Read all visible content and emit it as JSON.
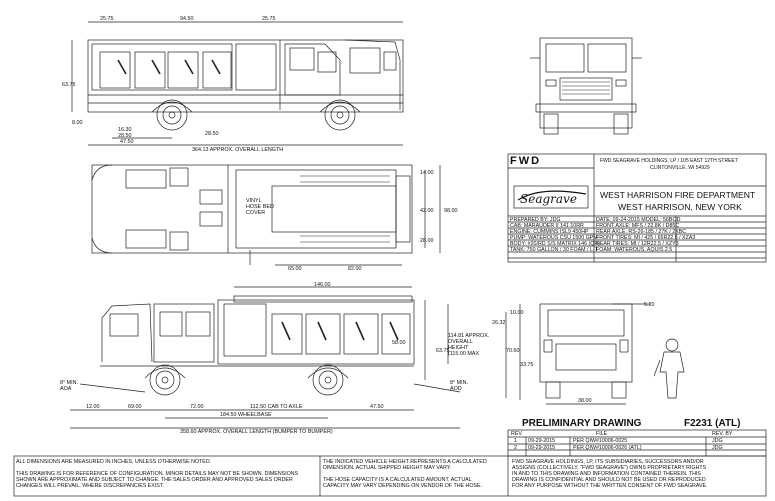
{
  "logo": {
    "brand": "FWD",
    "script": "Seagrave"
  },
  "company": {
    "line1": "FWD SEAGRAVE HOLDINGS, LP / 105 EAST 12TH STREET",
    "line2": "CLINTONVILLE, WI 54929"
  },
  "customer": {
    "name": "WEST HARRISON FIRE DEPARTMENT",
    "city": "WEST HARRISON, NEW YORK"
  },
  "specs_left": [
    "PREPARED BY: JDG",
    "CAB: MARAUDER II 141 10RR",
    "ENGINE: CUMMINS ISL9 450HP",
    "PUMP: WATEROUS CSU 1500 GPM",
    "BODY: #20/RD S/S MATRIX 146 (QR)",
    "TANK: 750 GALLON / 30 FOAM / L-T"
  ],
  "specs_right": [
    "DATE: 09-24-2015  MODEL: 56BOD",
    "FRONT AXLE: MFS / 22.8K / D85C",
    "REAR AXLE: RS-26-185 / 27K / 2KBC",
    "FRONT TIRES: MI / 425 / 65R22.5 / XZA3",
    "REAR TIRES: MI / 12R22.5 / XZY3",
    "FOAM: WATEROUS, AQUIS 2.5"
  ],
  "drawing": {
    "status": "PRELIMINARY DRAWING",
    "number": "F2231 (ATL)"
  },
  "revisions": {
    "headers": [
      "REV.",
      "FILE",
      "REV. BY"
    ],
    "rows": [
      {
        "rev": "1",
        "date": "09-29-2015",
        "desc": "PER QIW#10006-0025",
        "by": "JDG"
      },
      {
        "rev": "2",
        "date": "09-29-2015",
        "desc": "PER QIW#10006-0026 (ATL)",
        "by": "JDG"
      }
    ]
  },
  "notes": {
    "col1": [
      "ALL DIMENSIONS ARE MEASURED IN INCHES, UNLESS OTHERWISE NOTED.",
      "",
      "THIS DRAWING IS FOR REFERENCE OF CONFIGURATION. MINOR DETAILS MAY NOT BE SHOWN. DIMENSIONS",
      "SHOWN ARE APPROXIMATE AND SUBJECT TO CHANGE. THE SALES ORDER AND APPROVED SALES ORDER",
      "CHANGES WILL PREVAIL, WHERE DISCREPANCIES EXIST."
    ],
    "col2": [
      "THE INDICATED VEHICLE HEIGHT REPRESENTS A CALCULATED",
      "DIMENSION. ACTUAL SHIPPED HEIGHT MAY VARY.",
      "",
      "THE HOSE CAPACITY IS A CALCULATED AMOUNT. ACTUAL",
      "CAPACITY MAY VARY DEPENDING ON VENDOR OF THE HOSE."
    ],
    "col3": [
      "FWD SEAGRAVE HOLDINGS, LP, ITS SUBSIDIARIES, SUCCESSORS AND/OR",
      "ASSIGNS (COLLECTIVELY, \"FWD SEAGRAVE\") OWNS PROPRIETARY RIGHTS",
      "IN AND TO THIS DRAWING AND INFORMATION CONTAINED THEREIN. THIS",
      "DRAWING IS CONFIDENTIAL AND SHOULD NOT BE USED OR REPRODUCED",
      "FOR ANY PURPOSE WITHOUT THE WRITTEN CONSENT OF FWD SEAGRAVE."
    ]
  },
  "dims": {
    "top_2575a": "25.75",
    "top_9450": "94.50",
    "top_2575b": "25.75",
    "side_6375": "63.75",
    "side_800": "8.00",
    "side_1630": "16.30",
    "side_2850a": "28.50",
    "side_2850b": "28.50",
    "side_4750": "47.50",
    "overall_top": "364.13 APPROX. OVERALL LENGTH",
    "plan_1400": "14.00",
    "plan_4200": "42.00",
    "plan_9800": "98.00",
    "plan_2800": "28.00",
    "plan_6500": "65.00",
    "plan_8200": "82.00",
    "hose_bed": "VINYL\nHOSE BED\nCOVER",
    "b_14600": "146.00",
    "b_5800": "58.00",
    "b_6375": "63.75",
    "b_height": "114.81 APPROX.\nOVERALL\nHEIGHT\n(115.00 MAX",
    "b_aoa": "8° MIN.\nAOA",
    "b_aod": "8° MIN.\nAOD",
    "b_1200": "12.00",
    "b_6900": "69.00",
    "b_7200": "72.00",
    "b_cab_axle": "112.50 CAB TO AXLE",
    "b_4750": "47.50",
    "b_wheelbase": "184.50 WHEELBASE",
    "b_overall": "358.60 APPROX. OVERALL LENGTH (BUMPER TO BUMPER)",
    "r_1000": "10.00",
    "r_2632": "26.32",
    "r_7060": "70.60",
    "r_3375": "33.75",
    "r_3800": "38.00",
    "r_520": "5.20"
  }
}
